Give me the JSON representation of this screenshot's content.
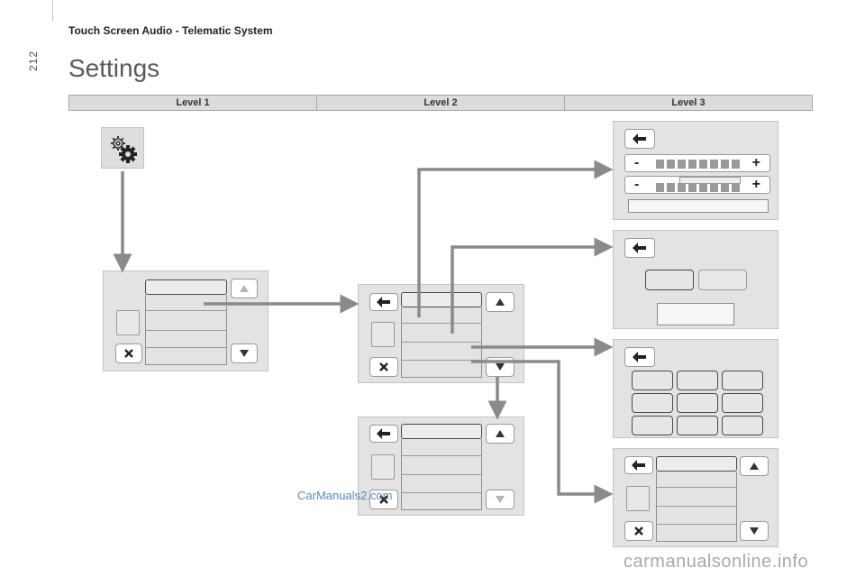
{
  "page": {
    "number": "212",
    "header": "Touch Screen Audio - Telematic System",
    "title": "Settings"
  },
  "levels": [
    "Level 1",
    "Level 2",
    "Level 3"
  ],
  "watermark": "CarManuals2.com",
  "footer": "carmanualsonline.info",
  "icons": {
    "settings": "gear-icon",
    "back": "back-arrow-icon",
    "close": "close-icon",
    "up": "triangle-up-icon",
    "down": "triangle-down-icon",
    "minus": "-",
    "plus": "+"
  },
  "colors": {
    "panel": "#e3e3e3",
    "connector": "#8a8a8a",
    "header_band": "#dcdcdc"
  }
}
